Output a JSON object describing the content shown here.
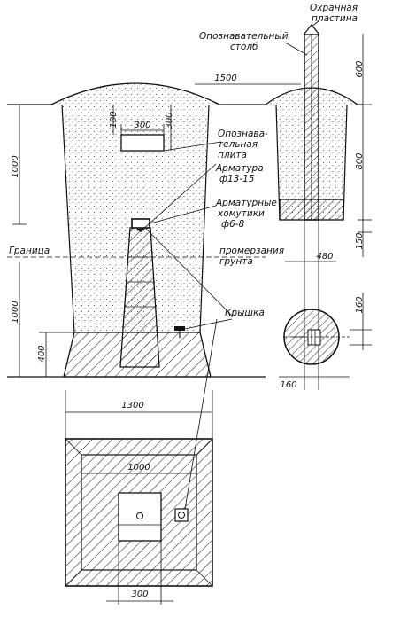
{
  "labels": {
    "guard_plate": [
      "Охранная",
      "пластина"
    ],
    "marker_post": [
      "Опознавательный",
      "столб"
    ],
    "marker_plate": [
      "Опознава-",
      "тельная",
      "плита"
    ],
    "rebar": [
      "Арматура",
      "ф13-15"
    ],
    "stirrups": [
      "Арматурные",
      "хомутики",
      "ф6-8"
    ],
    "boundary_left": "Граница",
    "boundary_right": [
      "промерзания",
      "грунта"
    ],
    "cover": "Крышка"
  },
  "dimensions": {
    "d1500": "1500",
    "d100": "100",
    "d300_top": "300",
    "d300_side": "300",
    "d1000_upper": "1000",
    "d1000_lower": "1000",
    "d400": "400",
    "d1300": "1300",
    "d1000_plan": "1000",
    "d300_plan": "300",
    "d600": "600",
    "d800": "800",
    "d150": "150",
    "d480": "480",
    "d160_side": "160",
    "d160_bottom": "160"
  }
}
